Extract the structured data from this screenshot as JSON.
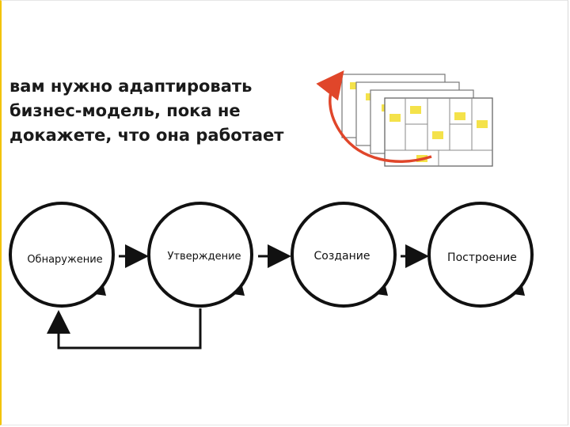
{
  "headline": {
    "lines": [
      "вам нужно адаптировать",
      "бизнес-модель, пока не",
      "докажете, что она работает"
    ]
  },
  "stages": [
    {
      "label": "Обнаружение"
    },
    {
      "label": "Утверждение"
    },
    {
      "label": "Создание"
    },
    {
      "label": "Построение"
    }
  ],
  "colors": {
    "accent_frame": "#f3c300",
    "loop_arrow": "#e0462a",
    "sticky_note": "#f4e24a",
    "stroke": "#111111"
  },
  "icons": [
    "canvas-stack-icon",
    "iteration-arrow-icon"
  ]
}
